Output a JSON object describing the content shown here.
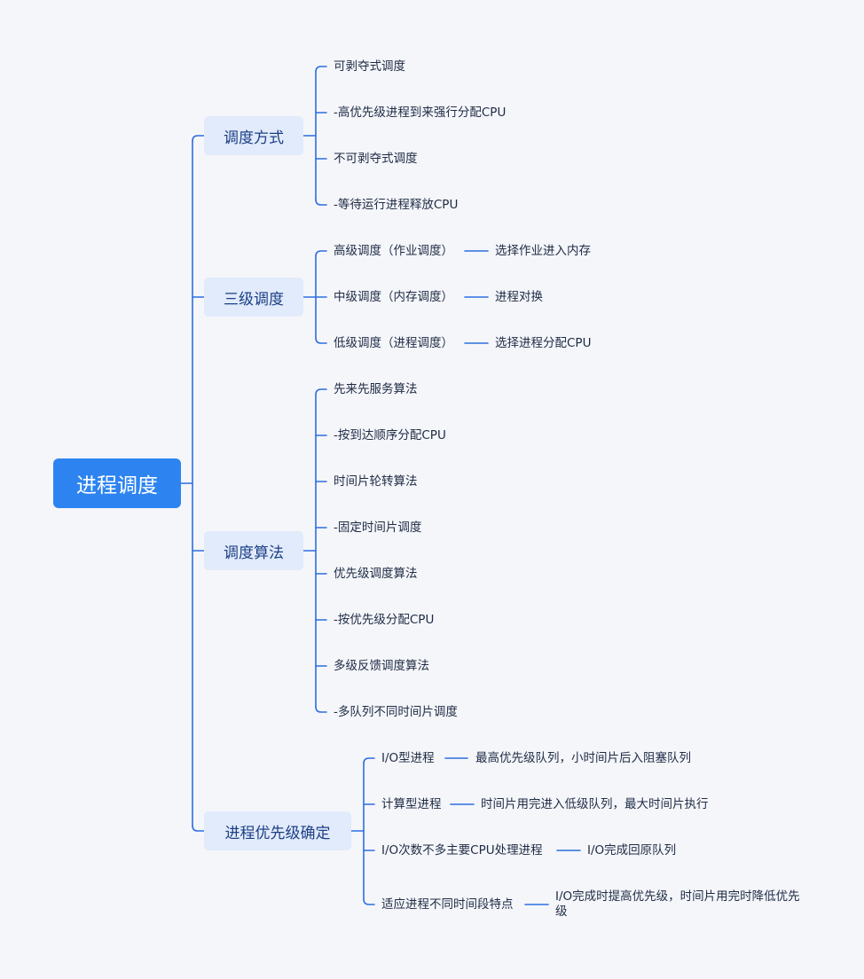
{
  "root": "进程调度",
  "branches": [
    {
      "label": "调度方式",
      "items": [
        {
          "text": "可剥夺式调度"
        },
        {
          "text": "-高优先级进程到来强行分配CPU"
        },
        {
          "text": "不可剥夺式调度"
        },
        {
          "text": "-等待运行进程释放CPU"
        }
      ]
    },
    {
      "label": "三级调度",
      "items": [
        {
          "text": "高级调度（作业调度）",
          "detail": "选择作业进入内存"
        },
        {
          "text": "中级调度（内存调度）",
          "detail": "进程对换"
        },
        {
          "text": "低级调度（进程调度）",
          "detail": "选择进程分配CPU"
        }
      ]
    },
    {
      "label": "调度算法",
      "items": [
        {
          "text": "先来先服务算法"
        },
        {
          "text": "-按到达顺序分配CPU"
        },
        {
          "text": "时间片轮转算法"
        },
        {
          "text": "-固定时间片调度"
        },
        {
          "text": "优先级调度算法"
        },
        {
          "text": "-按优先级分配CPU"
        },
        {
          "text": "多级反馈调度算法"
        },
        {
          "text": "-多队列不同时间片调度"
        }
      ]
    },
    {
      "label": "进程优先级确定",
      "items": [
        {
          "text": "I/O型进程",
          "detail": "最高优先级队列，小时间片后入阻塞队列"
        },
        {
          "text": "计算型进程",
          "detail": "时间片用完进入低级队列，最大时间片执行"
        },
        {
          "text": "I/O次数不多主要CPU处理进程",
          "detail": "I/O完成回原队列"
        },
        {
          "text": "适应进程不同时间段特点",
          "detail": "I/O完成时提高优先级，时间片用完时降低优先级"
        }
      ]
    }
  ],
  "colors": {
    "line": "#2d6fe0",
    "root_bg": "#2d84f0",
    "branch_bg": "#e2ebfb"
  }
}
